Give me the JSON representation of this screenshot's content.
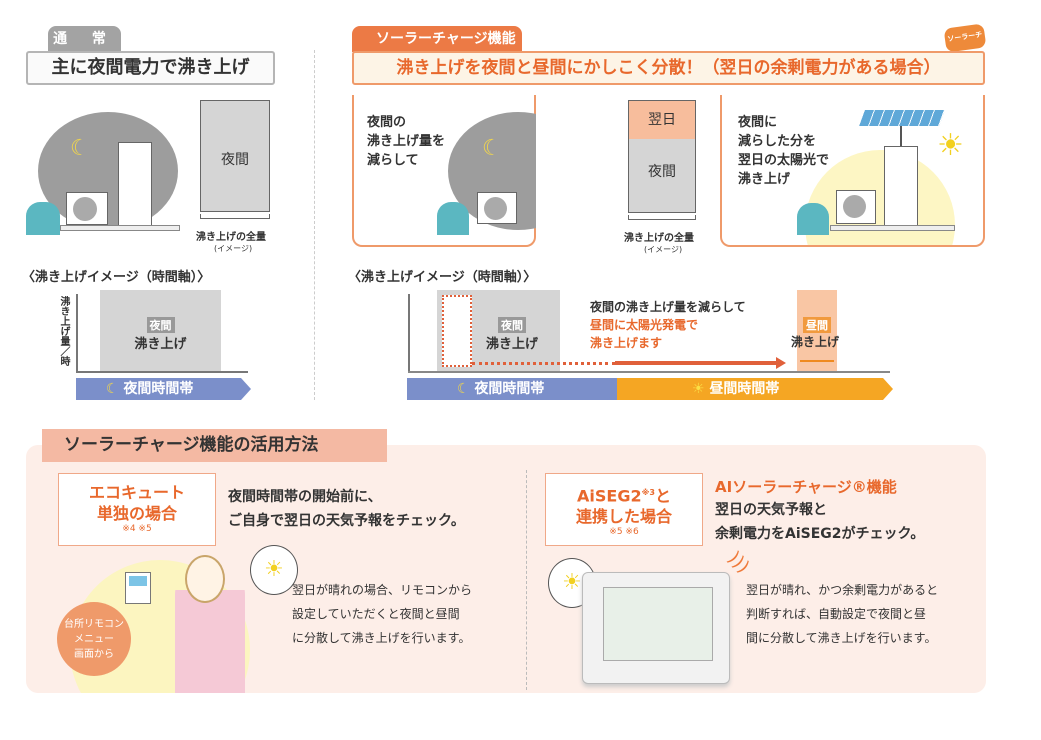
{
  "normal": {
    "tab": "通 常",
    "heading": "主に夜間電力で沸き上げ",
    "bar_label": "夜間",
    "total_label": "沸き上げの全量",
    "image_note": "(イメージ)",
    "timeline_title": "〈沸き上げイメージ（時間軸）〉",
    "y_axis": "沸き上げ量／時",
    "block_badge": "夜間",
    "block_label": "沸き上げ",
    "band": "夜間時間帯"
  },
  "solar": {
    "tab": "ソーラーチャージ機能",
    "logo": "ソーラーチャージ",
    "heading": "沸き上げを夜間と昼間にかしこく分散！（翌日の余剰電力がある場合）",
    "left_text": [
      "夜間の",
      "沸き上げ量を",
      "減らして"
    ],
    "bar_top": "翌日",
    "bar_bottom": "夜間",
    "total_label": "沸き上げの全量",
    "image_note": "(イメージ)",
    "right_text": [
      "夜間に",
      "減らした分を",
      "翌日の太陽光で",
      "沸き上げ"
    ],
    "timeline_title": "〈沸き上げイメージ（時間軸）〉",
    "night_badge": "夜間",
    "night_label": "沸き上げ",
    "middle_text": "夜間の沸き上げ量を減らして",
    "middle_orange": [
      "昼間に太陽光発電で",
      "沸き上げます"
    ],
    "day_badge": "昼間",
    "day_label": "沸き上げ",
    "band_night": "夜間時間帯",
    "band_day": "昼間時間帯"
  },
  "usage": {
    "title": "ソーラーチャージ機能の活用方法",
    "eco": {
      "box": [
        "エコキュート",
        "単独の場合"
      ],
      "notes": "※4 ※5",
      "headline": [
        "夜間時間帯の開始前に、",
        "ご自身で翌日の天気予報をチェック。"
      ],
      "circle": [
        "台所リモコン",
        "メニュー",
        "画面から"
      ],
      "body": [
        "翌日が晴れの場合、リモコンから",
        "設定していただくと夜間と昼間",
        "に分散して沸き上げを行います。"
      ]
    },
    "aiseg": {
      "box1": "AiSEG2",
      "sup": "※3",
      "box1b": "と",
      "box2": "連携した場合",
      "notes": "※5 ※6",
      "title": "AIソーラーチャージ®機能",
      "headline": [
        "翌日の天気予報と",
        "余剰電力をAiSEG2がチェック。"
      ],
      "body": [
        "翌日が晴れ、かつ余剰電力があると",
        "判断すれば、自動設定で夜間と昼",
        "間に分散して沸き上げを行います。"
      ]
    }
  },
  "colors": {
    "orange": "#ec7a45",
    "gray": "#a3a3a3",
    "night_band": "#7b8fca",
    "day_band": "#f5a623",
    "pink_bg": "#fdeee8"
  }
}
